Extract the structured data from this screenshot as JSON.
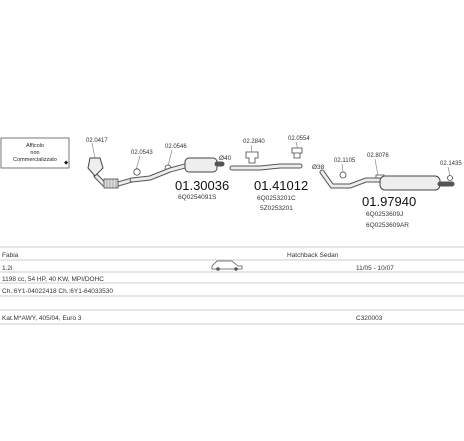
{
  "brand_box": {
    "lines": [
      "Afficolo",
      "non",
      "Commercializzato"
    ],
    "mark": "◆"
  },
  "parts": [
    {
      "code": "02.0417"
    },
    {
      "code": "02.0543"
    },
    {
      "code": "02.0546"
    },
    {
      "code": "02.2840"
    },
    {
      "code": "02.0554"
    },
    {
      "code": "02.1105"
    },
    {
      "code": "02.1435"
    },
    {
      "code": "02.8076"
    }
  ],
  "labels": {
    "c40": "Ø40",
    "c38": "Ø38"
  },
  "main_parts": [
    {
      "number": "01.30036",
      "oem": [
        "6Q0254091S"
      ]
    },
    {
      "number": "01.41012",
      "oem": [
        "6Q0253201C",
        "5Z0253201"
      ]
    },
    {
      "number": "01.97940",
      "oem": [
        "6Q0253609J",
        "6Q0253609AR"
      ]
    }
  ],
  "vehicle": {
    "model": "Fabia",
    "body": "Hatchback Sedan",
    "engine": "1.2i",
    "years": "11/05 - 10/07",
    "spec": "1198 cc, 54 HP, 40 KW, MPI/DOHC",
    "chassis": "Ch.:6Y1-04022418  Ch.:6Y1-64033530",
    "notes": "Kat.M*AWY, 405/04, Euro 3",
    "ref": "C320003"
  }
}
